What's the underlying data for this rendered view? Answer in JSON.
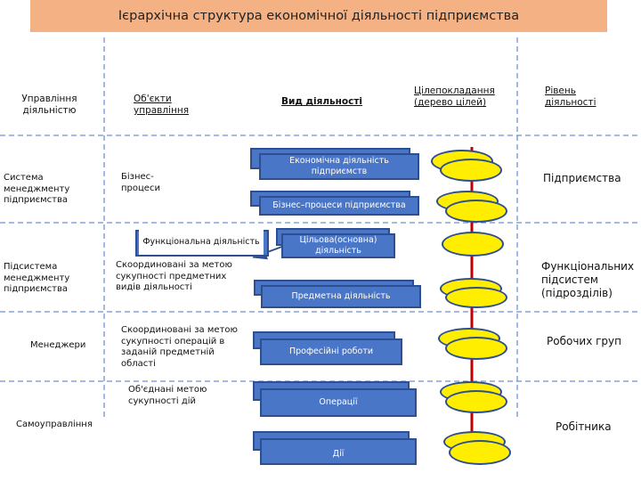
{
  "title": "Ієрархічна структура економічної діяльності підприємства",
  "columns": {
    "management": "Управління діяльністю",
    "objects": "Об'єкти управління",
    "activity_type": "Вид діяльності",
    "goals": "Цілепокладання (дерево цілей)",
    "level": "Рівень діяльності"
  },
  "management_rows": [
    "Система менеджменту підприємства",
    "Підсистема менеджменту підприємства",
    "Менеджери",
    "Самоуправління"
  ],
  "objects_rows": {
    "business_processes": "Бізнес-процеси",
    "functional_activity": "Функціональна діяльність",
    "coordinated_types": "Скоординовані за метою сукупності предметних видів діяльності",
    "coordinated_operations": "Скоординовані за метою сукупності операцій в заданій предметній області",
    "united_actions": "Об'єднані метою сукупності дій"
  },
  "activity_boxes": [
    "Економічна діяльність підприємств",
    "Бізнес–процеси підприємства",
    "Цільова(основна) діяльність",
    "Предметна діяльність",
    "Професійні роботи",
    "Операції",
    "Дії"
  ],
  "levels": [
    "Підприємства",
    "Функціональних підсистем (підрозділів)",
    "Робочих груп",
    "Робітника"
  ],
  "colors": {
    "title_bg": "#f4b183",
    "box_fill": "#4a76c8",
    "box_border": "#2d4f91",
    "oval_fill": "#ffee00",
    "divider": "#4a76c8"
  }
}
